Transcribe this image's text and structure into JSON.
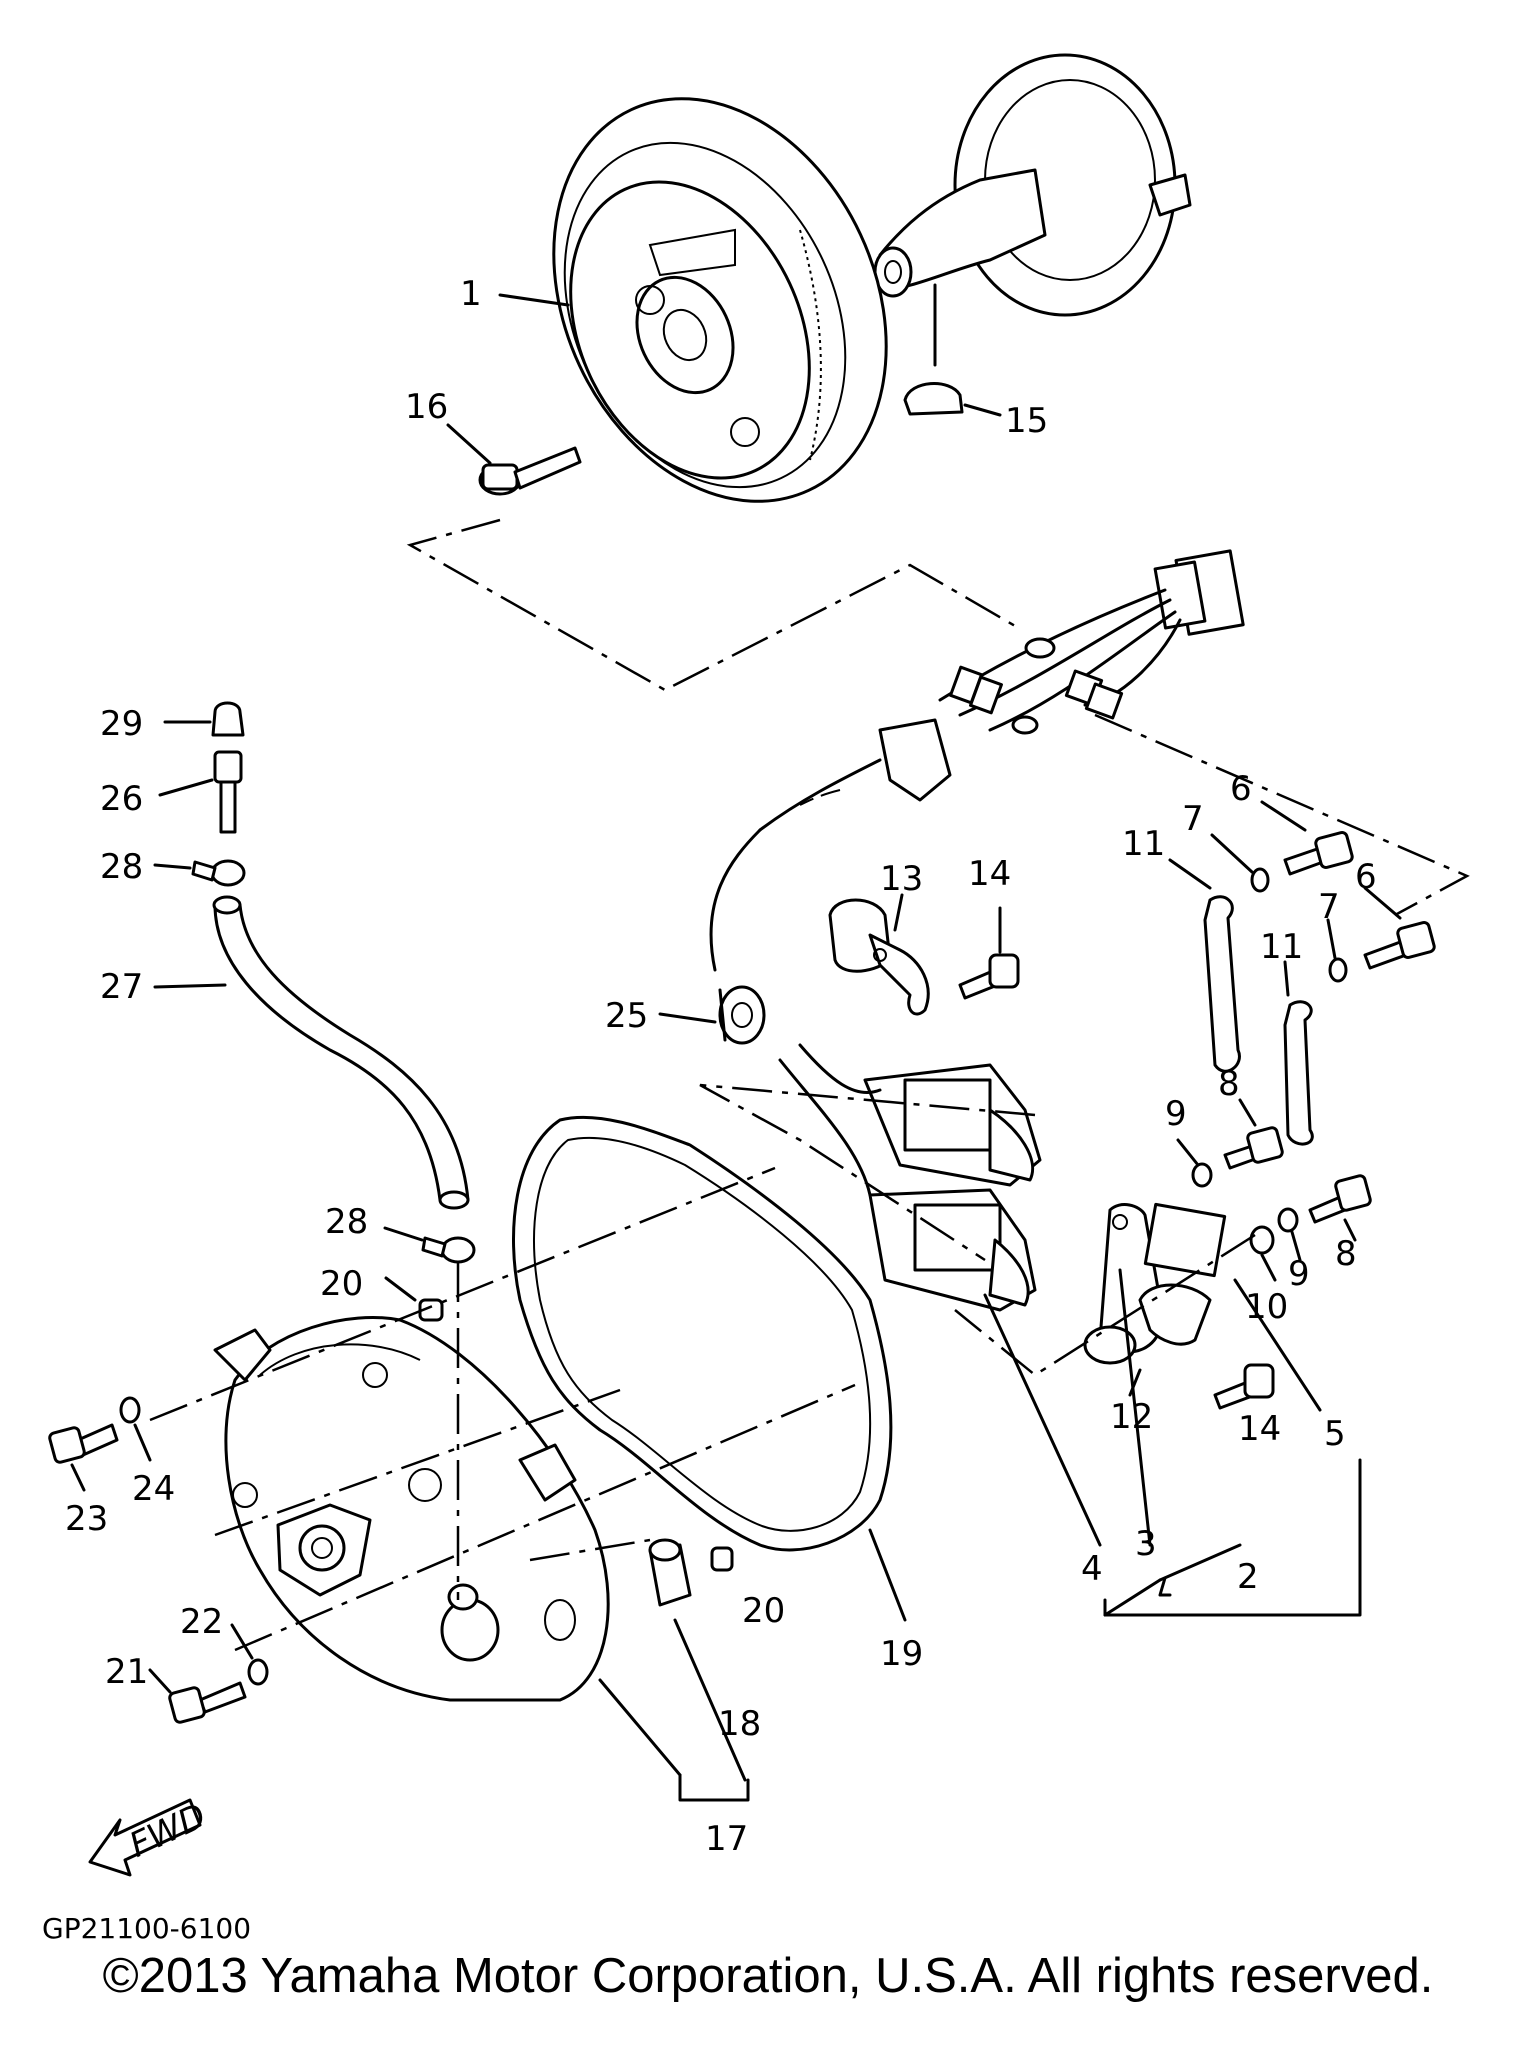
{
  "callouts": [
    {
      "id": "1",
      "label": "1"
    },
    {
      "id": "2",
      "label": "2"
    },
    {
      "id": "3",
      "label": "3"
    },
    {
      "id": "4",
      "label": "4"
    },
    {
      "id": "5",
      "label": "5"
    },
    {
      "id": "6a",
      "label": "6"
    },
    {
      "id": "6b",
      "label": "6"
    },
    {
      "id": "7a",
      "label": "7"
    },
    {
      "id": "7b",
      "label": "7"
    },
    {
      "id": "8a",
      "label": "8"
    },
    {
      "id": "8b",
      "label": "8"
    },
    {
      "id": "9a",
      "label": "9"
    },
    {
      "id": "9b",
      "label": "9"
    },
    {
      "id": "10",
      "label": "10"
    },
    {
      "id": "11a",
      "label": "11"
    },
    {
      "id": "11b",
      "label": "11"
    },
    {
      "id": "12",
      "label": "12"
    },
    {
      "id": "13",
      "label": "13"
    },
    {
      "id": "14a",
      "label": "14"
    },
    {
      "id": "14b",
      "label": "14"
    },
    {
      "id": "15",
      "label": "15"
    },
    {
      "id": "16",
      "label": "16"
    },
    {
      "id": "17",
      "label": "17"
    },
    {
      "id": "18",
      "label": "18"
    },
    {
      "id": "19",
      "label": "19"
    },
    {
      "id": "20a",
      "label": "20"
    },
    {
      "id": "20b",
      "label": "20"
    },
    {
      "id": "21",
      "label": "21"
    },
    {
      "id": "22",
      "label": "22"
    },
    {
      "id": "23",
      "label": "23"
    },
    {
      "id": "24",
      "label": "24"
    },
    {
      "id": "25",
      "label": "25"
    },
    {
      "id": "26",
      "label": "26"
    },
    {
      "id": "27",
      "label": "27"
    },
    {
      "id": "28a",
      "label": "28"
    },
    {
      "id": "28b",
      "label": "28"
    },
    {
      "id": "29",
      "label": "29"
    }
  ],
  "fwd_label": "FWD",
  "diagram_code": "GP21100-6100",
  "copyright": "©2013 Yamaha Motor Corporation, U.S.A. All rights reserved."
}
